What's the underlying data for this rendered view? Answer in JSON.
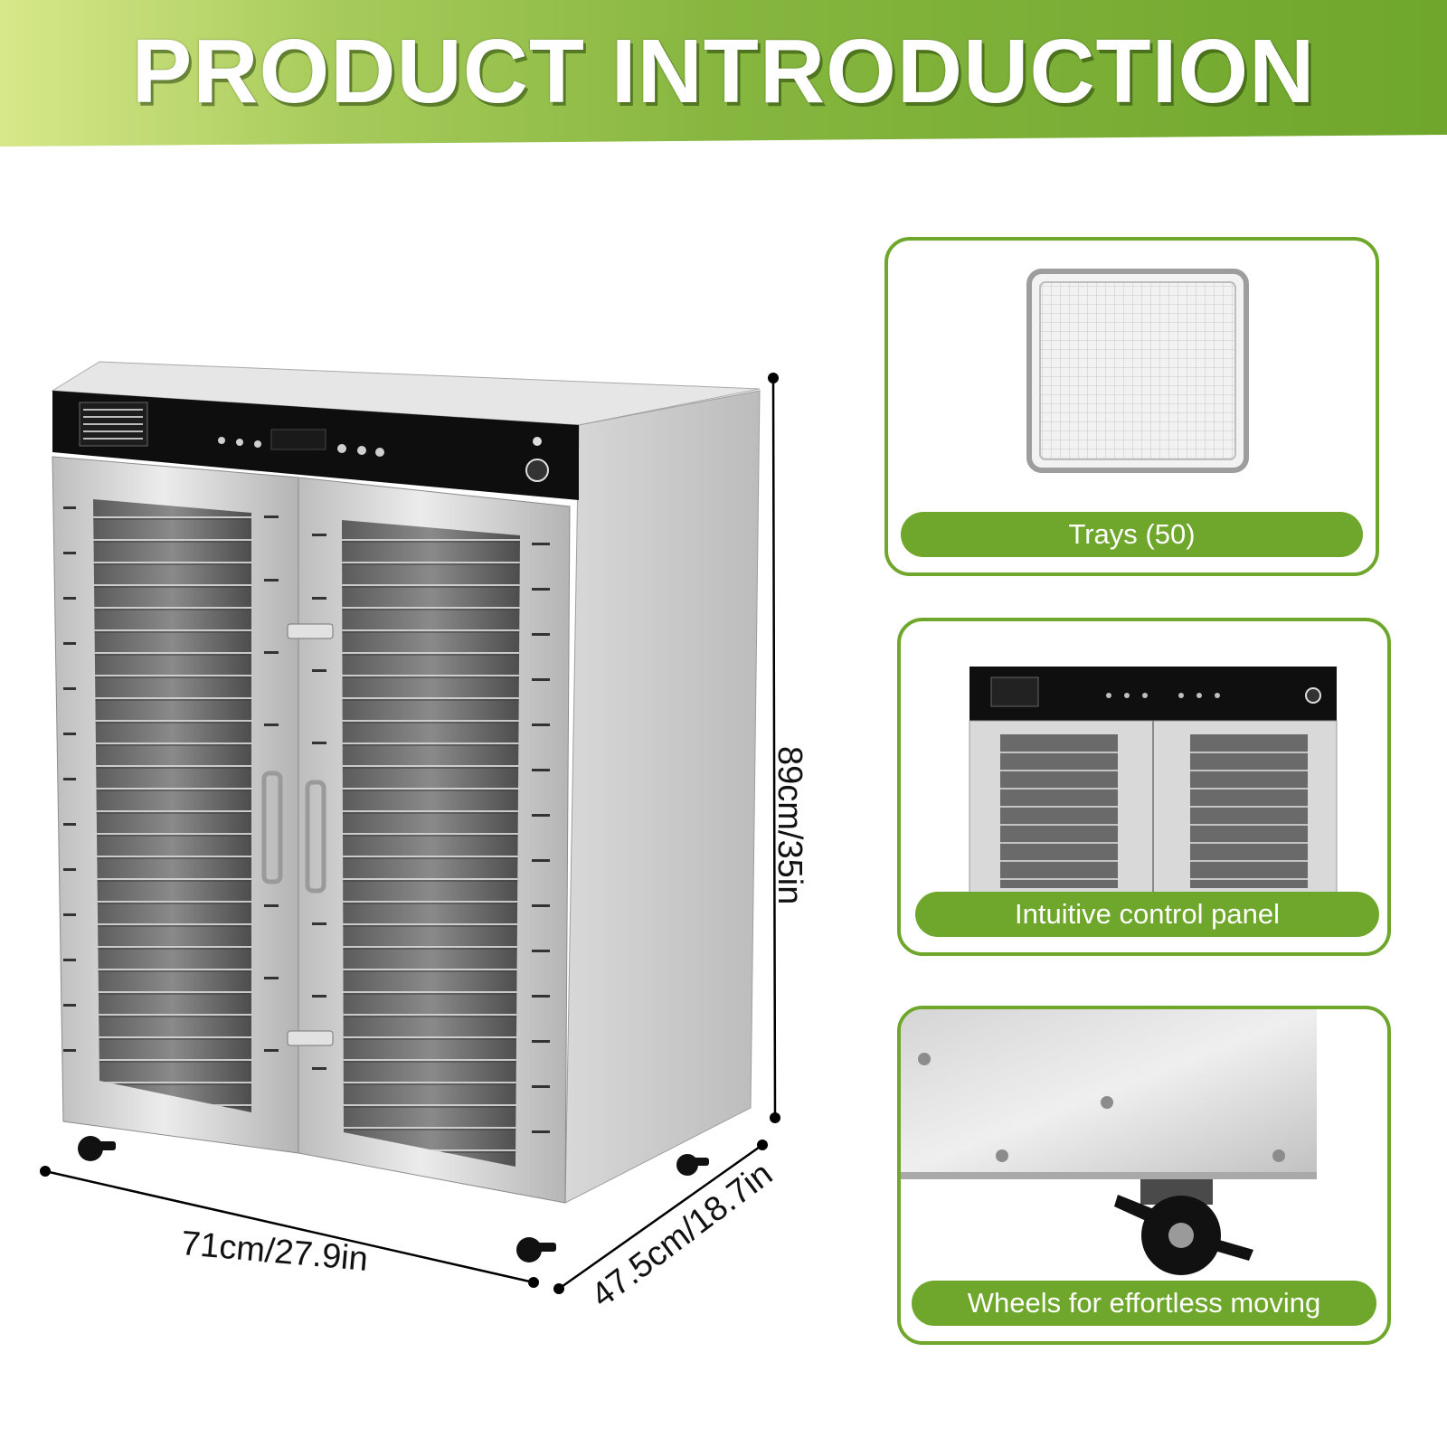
{
  "banner": {
    "title": "PRODUCT INTRODUCTION"
  },
  "dimensions": {
    "height": "89cm/35in",
    "width": "71cm/27.9in",
    "depth": "47.5cm/18.7in"
  },
  "features": [
    {
      "label": "Trays (50)",
      "icon": "mesh-tray"
    },
    {
      "label": "Intuitive control panel",
      "icon": "dehydrator-front"
    },
    {
      "label": "Wheels for effortless moving",
      "icon": "caster-wheel"
    }
  ],
  "product_panel": {
    "guide_title": "DEHYDRATING GUIDE"
  },
  "colors": {
    "accent": "#6fa62c",
    "banner_light": "#d7e88a",
    "steel": "#c9c9c9",
    "panel": "#0e0e0e"
  }
}
